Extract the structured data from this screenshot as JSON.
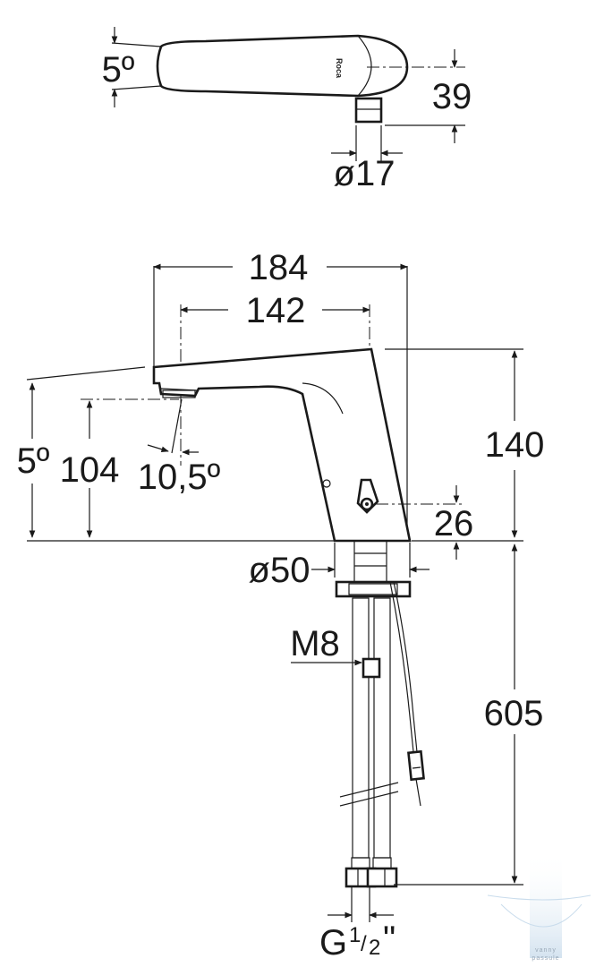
{
  "top_view": {
    "angle_label": "5º",
    "height_label": "39",
    "diameter_label": "ø17",
    "brand_logo": "Roca"
  },
  "side_view": {
    "width_total_label": "184",
    "width_axis_label": "142",
    "angle_left_label": "5º",
    "outlet_height_label": "104",
    "tilt_label": "10,5º",
    "body_height_label": "140",
    "lever_height_label": "26",
    "base_diameter_label": "ø50",
    "thread_label": "M8",
    "hose_length_label": "605",
    "connection_prefix": "G",
    "connection_fraction_num": "1",
    "connection_fraction_den": "2",
    "connection_suffix": "\""
  },
  "watermark": {
    "text_line1": "vanny",
    "text_line2": "passule",
    "color": "#c9dcec"
  }
}
